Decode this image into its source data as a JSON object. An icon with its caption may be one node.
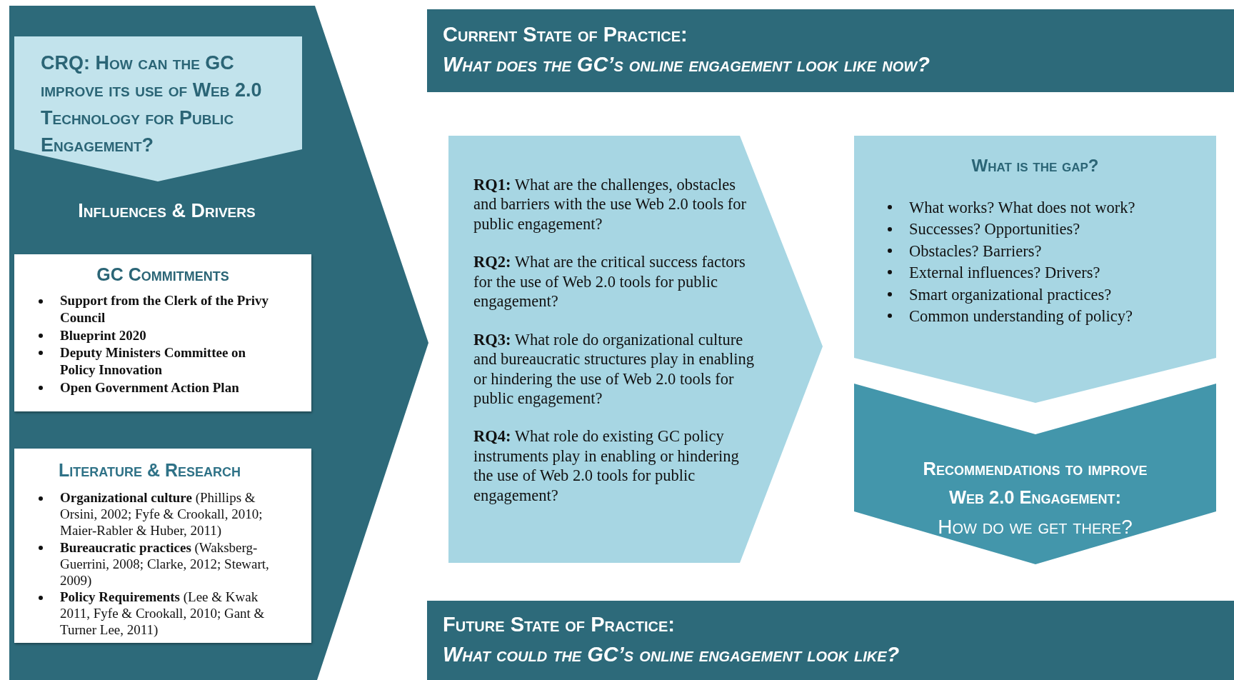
{
  "diagram": {
    "nodes": [
      {
        "text": [
          "Influences & Drivers"
        ]
      },
      {
        "text": [
          "CRQ: How can the GC improve its use of Web 2.0 Technology for Public Engagement?"
        ],
        "in": 0
      },
      {
        "text": [
          "GC Commitments",
          "Support from the Clerk of the Privy Council",
          "Blueprint 2020",
          "Deputy Ministers Committee on Policy Innovation",
          "Open Government Action Plan"
        ],
        "in": 0
      },
      {
        "text": [
          "Literature & Research",
          "**Organizational culture** (Phillips & Orsini, 2002; Fyfe & Crookall, 2010; Maier-Rabler & Huber, 2011)",
          "**Bureaucratic practices** (Waksberg-Guerrini, 2008; Clarke, 2012; Stewart, 2009)",
          "**Policy Requirements** (Lee & Kwak 2011, Fyfe & Crookall, 2010; Gant & Turner Lee, 2011)"
        ],
        "in": 0
      },
      {
        "text": [
          "Current State of Practice:",
          "What does the GC’s online engagement look like now?"
        ]
      },
      {
        "text": [
          "**RQ1:** What are the challenges, obstacles and barriers with the use Web 2.0 tools for public engagement?",
          "**RQ2:** What are the critical success factors for the use of Web 2.0 tools for public engagement?",
          "**RQ3:** What role do organizational culture and bureaucratic structures play in enabling or hindering the use of Web 2.0 tools for public engagement?",
          "**RQ4:** What role do existing GC policy instruments play in enabling or hindering the use of Web 2.0 tools for public engagement?"
        ]
      },
      {
        "text": [
          "What is the gap?",
          "What works? What does not work?",
          "Successes? Opportunities?",
          "Obstacles? Barriers?",
          "External influences? Drivers?",
          "Smart organizational practices?",
          "Common understanding of policy?"
        ]
      },
      {
        "text": [
          "Recommendations to improve Web 2.0 Engagement:",
          "How do we get there?"
        ]
      },
      {
        "text": [
          "Future State of Practice:",
          "What could the GC’s online engagement look like?"
        ]
      }
    ]
  }
}
